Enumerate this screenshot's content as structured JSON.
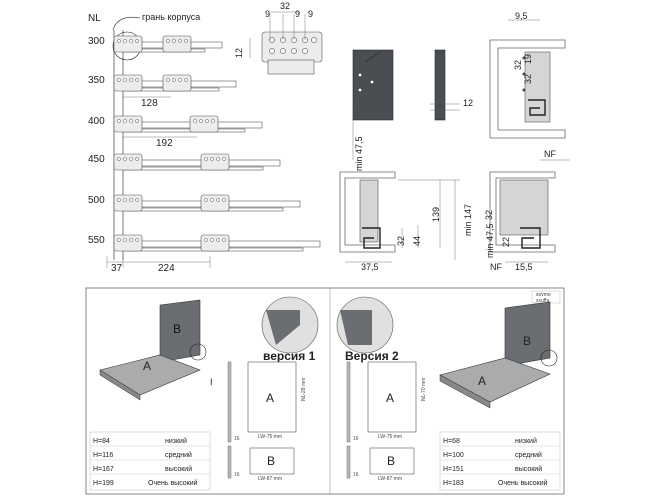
{
  "top": {
    "nl_label": "NL",
    "case_edge_label": "грань корпуса",
    "rows": [
      "300",
      "350",
      "400",
      "450",
      "500",
      "550"
    ],
    "dim_128": "128",
    "dim_192": "192",
    "dim_37": "37",
    "dim_224": "224",
    "detail": {
      "d32": "32",
      "d9a": "9",
      "d9b": "9",
      "d9c": "9",
      "d12": "12"
    },
    "side_min": "min 47,5",
    "side_12": "12",
    "section_a": {
      "d95": "9,5",
      "d19": "19",
      "d32a": "32",
      "d32b": "32"
    },
    "section_b": {
      "d139": "139",
      "d147": "min 147",
      "d44": "44",
      "d32": "32",
      "d375": "37,5"
    },
    "section_c": {
      "nf1": "NF",
      "d32": "32",
      "d22": "22",
      "min475": "min 47,5",
      "nf2": "NF",
      "d155": "15,5"
    }
  },
  "bottom": {
    "left": {
      "letter_a": "A",
      "letter_b": "B",
      "title": "версия 1",
      "plate_a": "A",
      "plate_b": "B",
      "nl_a": "NL-28 mm",
      "lw_a": "LW-75 mm",
      "lw_b": "LW-87 mm",
      "dim16a": "16",
      "dim16b": "16",
      "table": [
        {
          "h": "H=84",
          "name": "низкий"
        },
        {
          "h": "H=116",
          "name": "средний"
        },
        {
          "h": "H=167",
          "name": "высокий"
        },
        {
          "h": "H=199",
          "name": "Очень высокий"
        }
      ],
      "mark_i": "I"
    },
    "right": {
      "letter_a": "A",
      "letter_b": "B",
      "title": "Версия 2",
      "plate_a": "A",
      "plate_b": "B",
      "nl_a": "NL-70 mm",
      "lw_a": "LW-75 mm",
      "lw_b": "LW-87 mm",
      "dim16a": "16",
      "dim16b": "16",
      "tag1": "sovme",
      "tag2": "sxuffa",
      "table": [
        {
          "h": "H=68",
          "name": "низкий"
        },
        {
          "h": "H=100",
          "name": "средний"
        },
        {
          "h": "H=151",
          "name": "высокий"
        },
        {
          "h": "H=183",
          "name": "Очень высокий"
        }
      ]
    }
  }
}
